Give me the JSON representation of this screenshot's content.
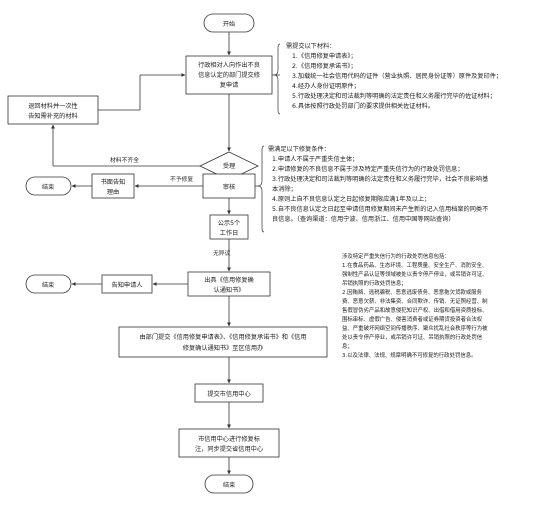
{
  "flow": {
    "start": "开始",
    "apply": [
      "行政相对人向作出不良",
      "信息认定的部门提交修",
      "复申请"
    ],
    "accept": "受理",
    "return_box": [
      "退回材料并一次性",
      "告知需补充的材料"
    ],
    "incomplete_label": "材料不齐全",
    "review": "审核",
    "notice_box": [
      "书面告知",
      "理由"
    ],
    "end_left_1": "结束",
    "no_repair_label": "不予修复",
    "publicity": [
      "公示5个",
      "工作日"
    ],
    "no_objection_label": "无异议",
    "issue_box": [
      "出具《信用修复确",
      "认通知书》"
    ],
    "notify_box": "告知申请人",
    "end_left_2": "结束",
    "submit_box": [
      "由部门提交《信用修复申请表》、《信用修复承诺书》和《信用",
      "修复确认通知书》至区信用办"
    ],
    "city_submit": "提交市信用中心",
    "city_do": [
      "市信用中心进行修复标",
      "注，同步提交省信用中心"
    ],
    "end_final": "结束"
  },
  "materials_note": {
    "title": "需提交以下材料：",
    "items": [
      "1.《信用修复申请表》；",
      "2.《信用修复承诺书》；",
      "3.加载统一社会信用代码的证件（营业执照、居民身份证等）原件及复印件；",
      "4.经办人身份证明原件；",
      "5.行政处理决定和司法裁判等明确的法定责任和义务履行完毕的佐证材料；",
      "6.具体按照行政处罚部门的要求提供相关佐证材料。"
    ]
  },
  "conditions_note": {
    "title": "需满足以下修复条件：",
    "items": [
      "1.申请人不属于严重失信主体；",
      "2.申请修复的不良信息不属于涉及特定严重失信行为的行政处罚信息；",
      "3.行政处理决定和司法裁判等明确的法定责任和义务履行完毕，社会不良影响基",
      "本消除；",
      "4.原则上自不良信息认定之日起修复期限应满1年及以上；",
      "5.自不良信息认定之日起至申请信用修复期间未产生新的记入信用档案的同类不",
      "良信息。（查询渠道：信用宁波、信用浙江、信用中国等网站查询）"
    ]
  },
  "serious_note": {
    "title": "涉及特定严重失信行为的行政处罚信息包括：",
    "items": [
      "1.在食品药品、生态环境、工程质量、安全生产、消防安全、",
      "强制性产品认证等领域被处以责令停产停业，或吊销许可证、",
      "吊销执照的行政处罚信息；",
      "2.因贿赂、逃税骗税、恶意逃废债务、恶意拖欠货款或服务",
      "费、恶意欠薪、非法集资、合同欺诈、传销、无证照经营、制",
      "售假冒伪劣产品和故意侵犯知识产权、出借和借用资质投标、",
      "围标串标、虚假广告、侵害消费者或证券期货投资者合法权",
      "益、严重破坏网络空间传播秩序、聚众扰乱社会秩序等行为被",
      "处以责令停产停业，或吊销许可证、吊销执照的行政处罚信",
      "息；",
      "3.以及法律、法规、规章明确不可修复的行政处罚信息。"
    ]
  }
}
